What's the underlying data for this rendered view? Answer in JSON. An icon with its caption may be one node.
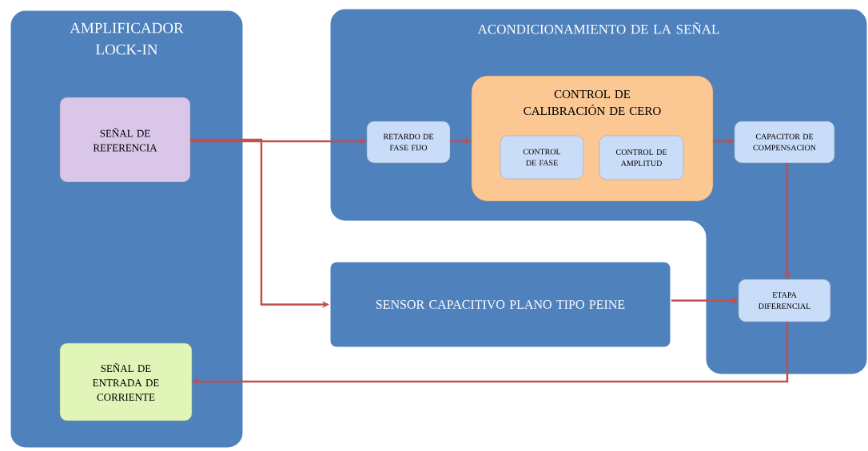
{
  "diagram": {
    "nodes": [
      {
        "text": [
          "AMPLIFICADOR LOCK-IN"
        ]
      },
      {
        "text": [
          "SEÑAL DE REFERENCIA"
        ],
        "in": 0
      },
      {
        "text": [
          "SEÑAL DE ENTRADA DE CORRIENTE"
        ],
        "in": 0
      },
      {
        "text": [
          "ACONDICIONAMIENTO DE LA SEÑAL"
        ]
      },
      {
        "text": [
          "RETARDO DE FASE FIJO"
        ],
        "in": 3
      },
      {
        "text": [
          "CONTROL DE CALIBRACIÓN DE CERO"
        ],
        "in": 3
      },
      {
        "text": [
          "CONTROL DE FASE"
        ],
        "in": 5
      },
      {
        "text": [
          "CONTROL DE AMPLITUD"
        ],
        "in": 5
      },
      {
        "text": [
          "CAPACITOR DE COMPENSACION"
        ],
        "in": 3
      },
      {
        "text": [
          "SENSOR CAPACITIVO PLANO TIPO PEINE"
        ]
      },
      {
        "text": [
          "ETAPA DIFERENCIAL"
        ],
        "in": 3
      }
    ],
    "edges": [
      {
        "from": 1,
        "to": 4,
        "arrow": "to"
      },
      {
        "from": 1,
        "to": 9,
        "arrow": "to"
      },
      {
        "from": 4,
        "to": 5,
        "arrow": "to"
      },
      {
        "from": 5,
        "to": 8,
        "arrow": "to"
      },
      {
        "from": 8,
        "to": 10,
        "arrow": "to"
      },
      {
        "from": 9,
        "to": 10,
        "arrow": "to"
      },
      {
        "from": 10,
        "to": 2,
        "arrow": "to"
      }
    ]
  }
}
